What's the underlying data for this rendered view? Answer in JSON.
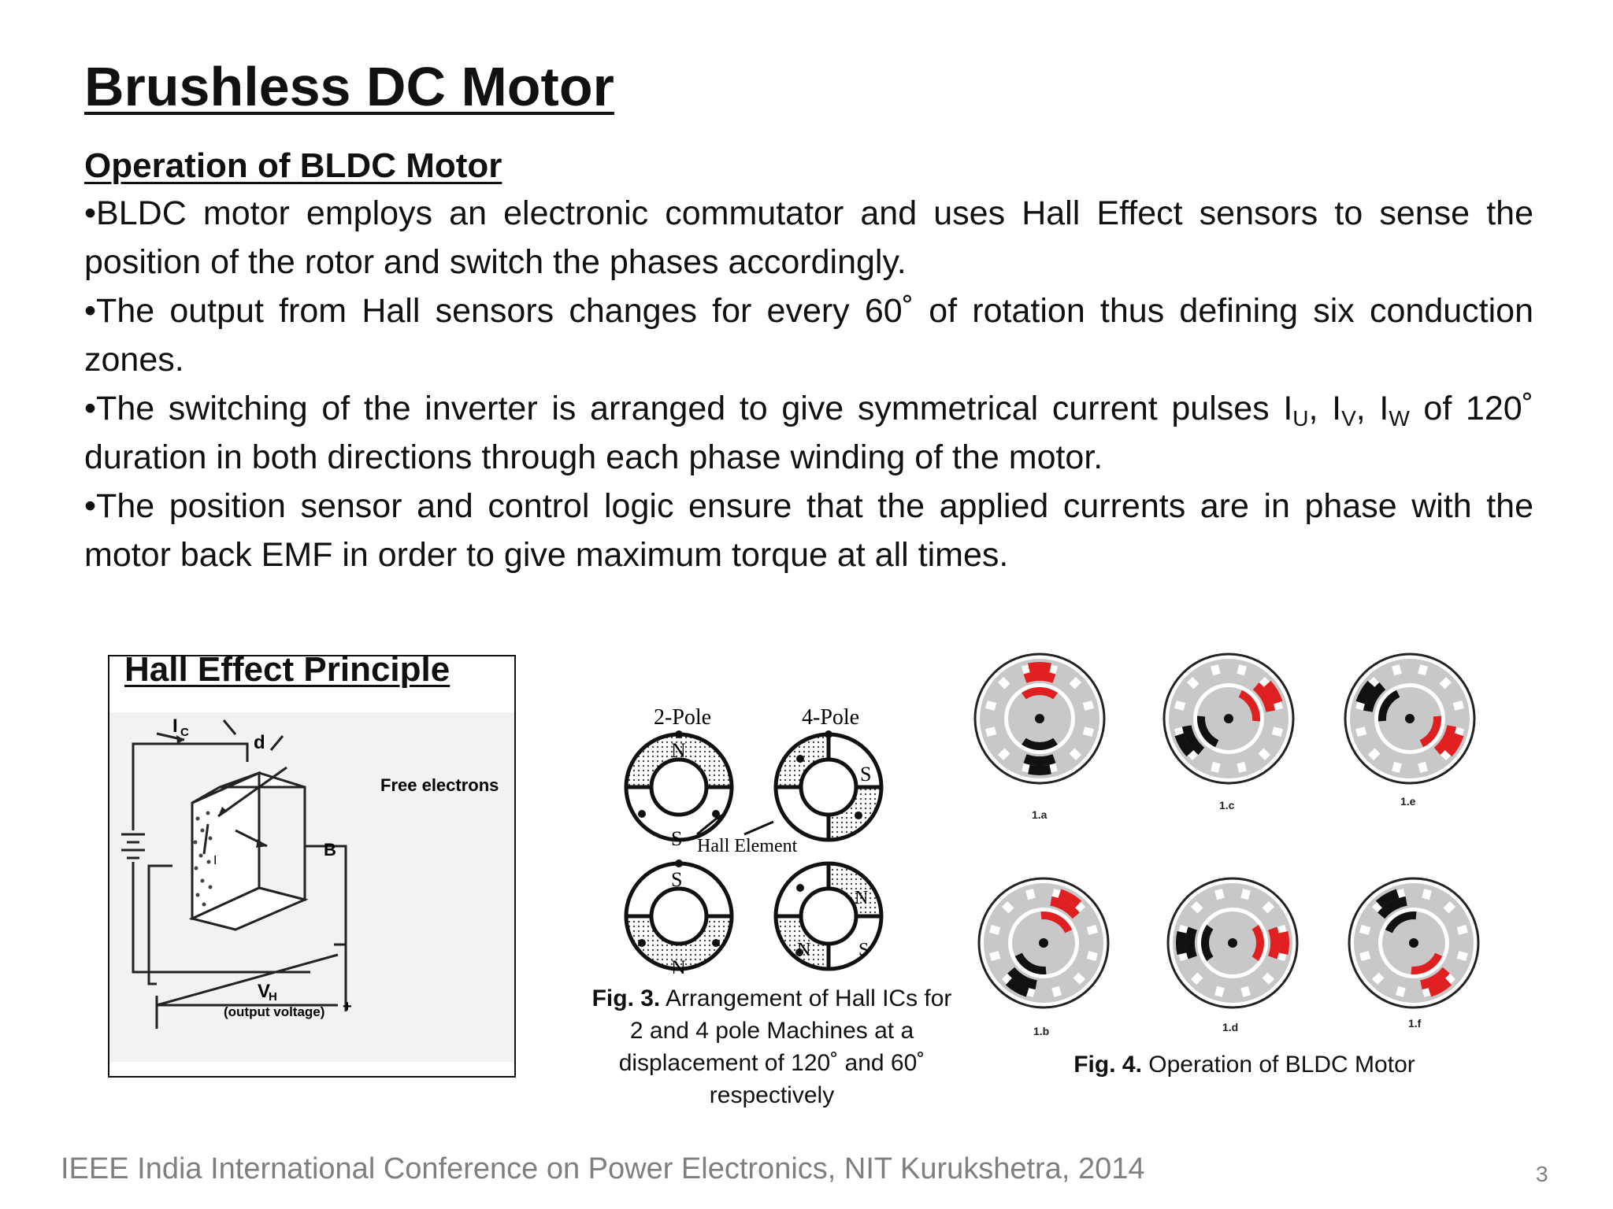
{
  "slide": {
    "title": "Brushless DC Motor",
    "subtitle": "Operation of BLDC Motor",
    "bullets": [
      {
        "parts": [
          "•BLDC motor employs an electronic commutator and uses Hall Effect sensors to sense the position of the rotor and switch the phases accordingly."
        ]
      },
      {
        "parts": [
          "•The output from Hall sensors changes for every 60˚  of rotation thus defining six conduction zones."
        ]
      },
      {
        "p1": "•The switching of the inverter is arranged to give symmetrical current pulses I",
        "s1": "U",
        "p2": ", I",
        "s2": "V",
        "p3": ", I",
        "s3": "W",
        "p4": " of 120˚  duration in both directions through each phase winding of the motor."
      },
      {
        "parts": [
          "•The position sensor and control logic ensure that the applied currents are in phase with the motor back EMF in order to give maximum torque at all times."
        ]
      }
    ]
  },
  "hall_figure": {
    "title": "Hall Effect Principle",
    "labels": {
      "ic": "I",
      "ic_sub": "C",
      "d": "d",
      "free_electrons": "Free electrons",
      "i": "I",
      "b": "B",
      "vh": "V",
      "vh_sub": "H",
      "output_voltage": "(output voltage)",
      "plus": "+"
    }
  },
  "fig3": {
    "label_2pole": "2-Pole",
    "label_4pole": "4-Pole",
    "hall_element": "Hall Element",
    "n": "N",
    "s": "S",
    "caption_bold": "Fig. 3.",
    "caption_rest": " Arrangement of Hall ICs for",
    "caption_l2": "2 and 4 pole Machines at a",
    "caption_l3": "displacement of 120˚  and 60˚",
    "caption_l4": "respectively"
  },
  "fig4": {
    "panels": [
      "1.a",
      "1.c",
      "1.e",
      "1.b",
      "1.d",
      "1.f"
    ],
    "caption_bold": "Fig. 4.",
    "caption_rest": " Operation of BLDC Motor",
    "colors": {
      "stator": "#c8c8c8",
      "coil_red": "#e02020",
      "coil_black": "#111111"
    }
  },
  "footer": {
    "text": "IEEE India International Conference on Power Electronics, NIT Kurukshetra, 2014",
    "page": "3"
  }
}
